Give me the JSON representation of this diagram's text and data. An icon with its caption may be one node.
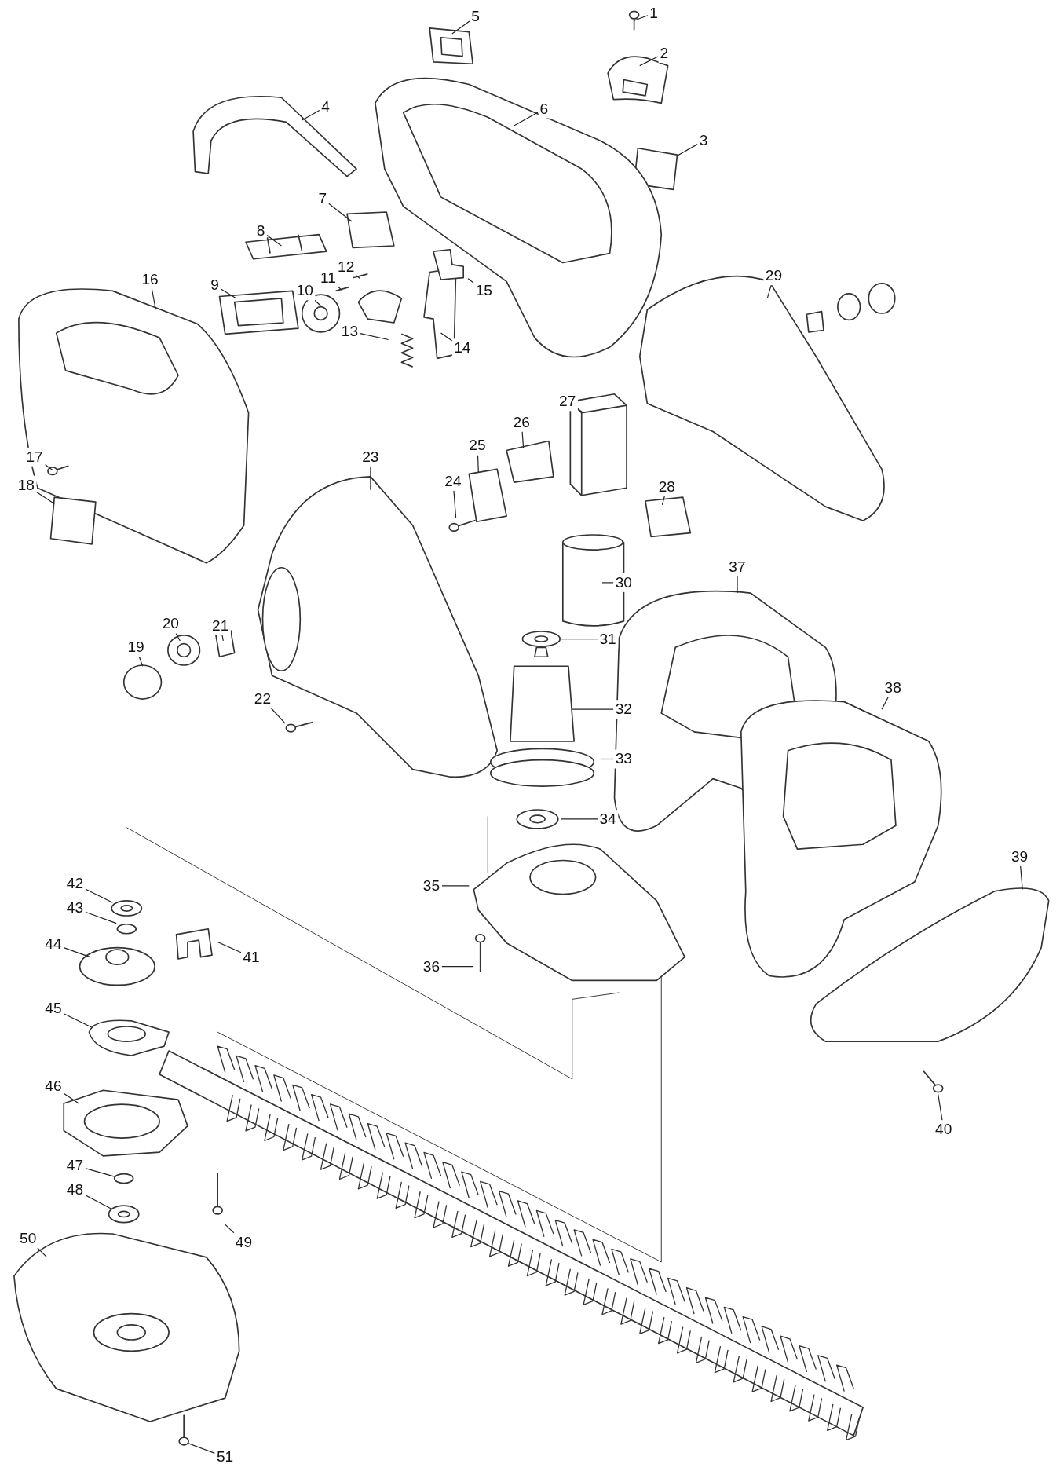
{
  "diagram": {
    "nodes": [
      {
        "text": [
          "1"
        ]
      },
      {
        "text": [
          "2"
        ]
      },
      {
        "text": [
          "3"
        ]
      },
      {
        "text": [
          "4"
        ]
      },
      {
        "text": [
          "5"
        ]
      },
      {
        "text": [
          "6"
        ]
      },
      {
        "text": [
          "7"
        ]
      },
      {
        "text": [
          "8"
        ]
      },
      {
        "text": [
          "9"
        ]
      },
      {
        "text": [
          "10"
        ]
      },
      {
        "text": [
          "11"
        ]
      },
      {
        "text": [
          "12"
        ]
      },
      {
        "text": [
          "13"
        ]
      },
      {
        "text": [
          "14"
        ]
      },
      {
        "text": [
          "15"
        ]
      },
      {
        "text": [
          "16"
        ]
      },
      {
        "text": [
          "17"
        ]
      },
      {
        "text": [
          "18"
        ]
      },
      {
        "text": [
          "19"
        ]
      },
      {
        "text": [
          "20"
        ]
      },
      {
        "text": [
          "21"
        ]
      },
      {
        "text": [
          "22"
        ]
      },
      {
        "text": [
          "23"
        ]
      },
      {
        "text": [
          "24"
        ]
      },
      {
        "text": [
          "25"
        ]
      },
      {
        "text": [
          "26"
        ]
      },
      {
        "text": [
          "27"
        ]
      },
      {
        "text": [
          "28"
        ]
      },
      {
        "text": [
          "29"
        ]
      },
      {
        "text": [
          "30"
        ]
      },
      {
        "text": [
          "31"
        ]
      },
      {
        "text": [
          "32"
        ]
      },
      {
        "text": [
          "33"
        ]
      },
      {
        "text": [
          "34"
        ]
      },
      {
        "text": [
          "35"
        ]
      },
      {
        "text": [
          "36"
        ]
      },
      {
        "text": [
          "37"
        ]
      },
      {
        "text": [
          "38"
        ]
      },
      {
        "text": [
          "39"
        ]
      },
      {
        "text": [
          "40"
        ]
      },
      {
        "text": [
          "41"
        ]
      },
      {
        "text": [
          "42"
        ]
      },
      {
        "text": [
          "43"
        ]
      },
      {
        "text": [
          "44"
        ]
      },
      {
        "text": [
          "45"
        ]
      },
      {
        "text": [
          "46"
        ]
      },
      {
        "text": [
          "47"
        ]
      },
      {
        "text": [
          "48"
        ]
      },
      {
        "text": [
          "49"
        ]
      },
      {
        "text": [
          "50"
        ]
      },
      {
        "text": [
          "51"
        ]
      }
    ],
    "edges": [
      {
        "from": 0,
        "to": null,
        "arrow": "none"
      },
      {
        "from": 1,
        "to": null,
        "arrow": "none"
      },
      {
        "from": 2,
        "to": null,
        "arrow": "none"
      },
      {
        "from": 3,
        "to": null,
        "arrow": "none"
      },
      {
        "from": 4,
        "to": null,
        "arrow": "none"
      },
      {
        "from": 5,
        "to": null,
        "arrow": "none"
      },
      {
        "from": 6,
        "to": null,
        "arrow": "none"
      },
      {
        "from": 7,
        "to": null,
        "arrow": "none"
      },
      {
        "from": 8,
        "to": null,
        "arrow": "none"
      },
      {
        "from": 9,
        "to": null,
        "arrow": "none"
      },
      {
        "from": 10,
        "to": null,
        "arrow": "none"
      },
      {
        "from": 11,
        "to": null,
        "arrow": "none"
      },
      {
        "from": 12,
        "to": null,
        "arrow": "none"
      },
      {
        "from": 13,
        "to": null,
        "arrow": "none"
      },
      {
        "from": 14,
        "to": null,
        "arrow": "none"
      },
      {
        "from": 15,
        "to": null,
        "arrow": "none"
      },
      {
        "from": 16,
        "to": null,
        "arrow": "none"
      },
      {
        "from": 17,
        "to": null,
        "arrow": "none"
      },
      {
        "from": 18,
        "to": null,
        "arrow": "none"
      },
      {
        "from": 19,
        "to": null,
        "arrow": "none"
      },
      {
        "from": 20,
        "to": null,
        "arrow": "none"
      },
      {
        "from": 21,
        "to": null,
        "arrow": "none"
      },
      {
        "from": 22,
        "to": null,
        "arrow": "none"
      },
      {
        "from": 23,
        "to": null,
        "arrow": "none"
      },
      {
        "from": 24,
        "to": null,
        "arrow": "none"
      },
      {
        "from": 25,
        "to": null,
        "arrow": "none"
      },
      {
        "from": 26,
        "to": null,
        "arrow": "none"
      },
      {
        "from": 27,
        "to": null,
        "arrow": "none"
      },
      {
        "from": 28,
        "to": null,
        "arrow": "none"
      },
      {
        "from": 29,
        "to": null,
        "arrow": "none"
      },
      {
        "from": 30,
        "to": null,
        "arrow": "none"
      },
      {
        "from": 31,
        "to": null,
        "arrow": "none"
      },
      {
        "from": 32,
        "to": null,
        "arrow": "none"
      },
      {
        "from": 33,
        "to": null,
        "arrow": "none"
      },
      {
        "from": 34,
        "to": null,
        "arrow": "none"
      },
      {
        "from": 35,
        "to": null,
        "arrow": "none"
      },
      {
        "from": 36,
        "to": null,
        "arrow": "none"
      },
      {
        "from": 37,
        "to": null,
        "arrow": "none"
      },
      {
        "from": 38,
        "to": null,
        "arrow": "none"
      },
      {
        "from": 39,
        "to": null,
        "arrow": "none"
      },
      {
        "from": 40,
        "to": null,
        "arrow": "none"
      },
      {
        "from": 41,
        "to": null,
        "arrow": "none"
      },
      {
        "from": 42,
        "to": null,
        "arrow": "none"
      },
      {
        "from": 43,
        "to": null,
        "arrow": "none"
      },
      {
        "from": 44,
        "to": null,
        "arrow": "none"
      },
      {
        "from": 45,
        "to": null,
        "arrow": "none"
      },
      {
        "from": 46,
        "to": null,
        "arrow": "none"
      },
      {
        "from": 47,
        "to": null,
        "arrow": "none"
      },
      {
        "from": 48,
        "to": null,
        "arrow": "none"
      },
      {
        "from": 49,
        "to": null,
        "arrow": "none"
      },
      {
        "from": 50,
        "to": null,
        "arrow": "none"
      }
    ]
  }
}
